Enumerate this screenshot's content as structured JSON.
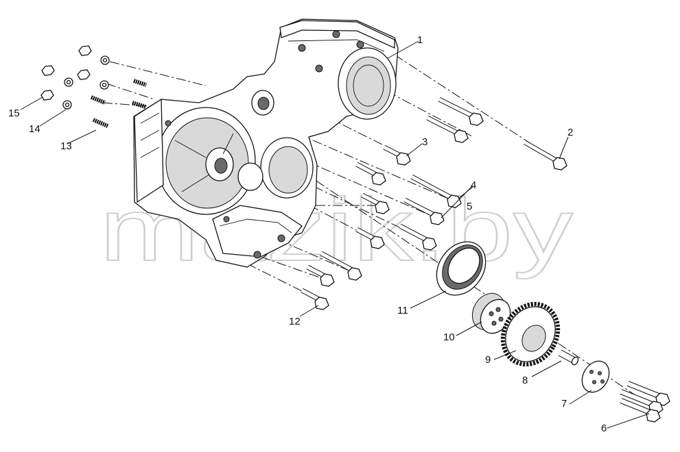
{
  "watermark": "mazik.by",
  "callouts": [
    {
      "id": "c1",
      "label": "1"
    },
    {
      "id": "c2",
      "label": "2"
    },
    {
      "id": "c3",
      "label": "3"
    },
    {
      "id": "c4",
      "label": "4"
    },
    {
      "id": "c5",
      "label": "5"
    },
    {
      "id": "c6",
      "label": "6"
    },
    {
      "id": "c7",
      "label": "7"
    },
    {
      "id": "c8",
      "label": "8"
    },
    {
      "id": "c9",
      "label": "9"
    },
    {
      "id": "c10",
      "label": "10"
    },
    {
      "id": "c11",
      "label": "11"
    },
    {
      "id": "c12",
      "label": "12"
    },
    {
      "id": "c13",
      "label": "13"
    },
    {
      "id": "c14",
      "label": "14"
    },
    {
      "id": "c15",
      "label": "15"
    }
  ]
}
